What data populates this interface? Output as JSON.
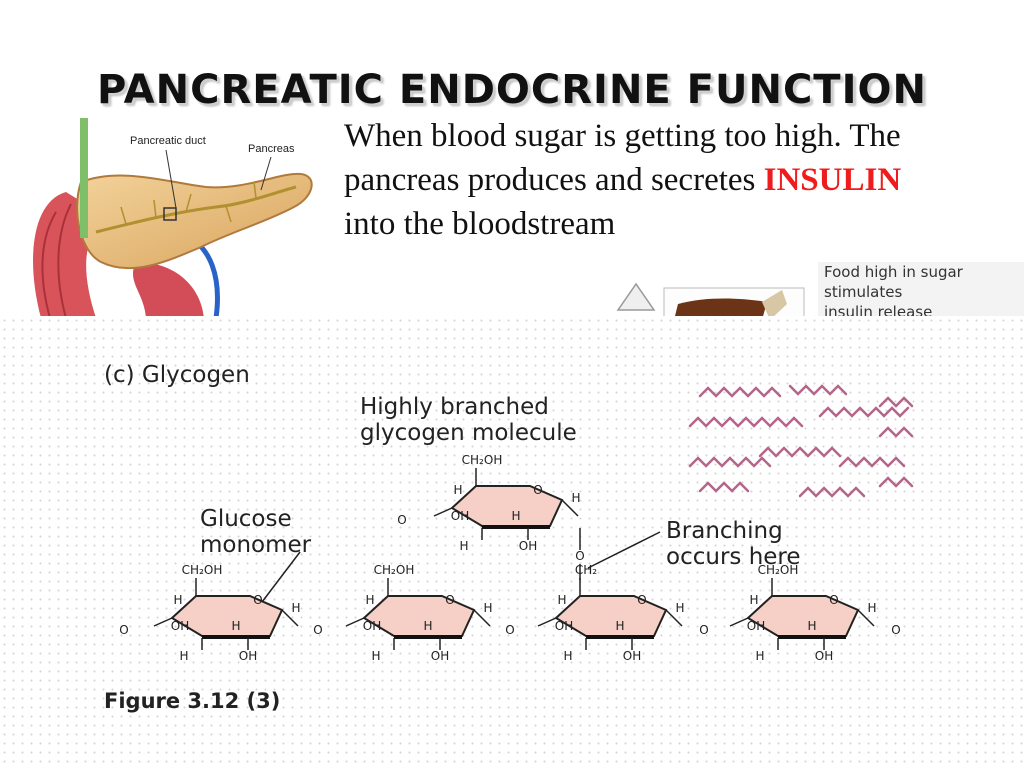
{
  "slide": {
    "title": "PANCREATIC ENDOCRINE FUNCTION",
    "text_before": "When blood sugar is getting too high. The pancreas produces and secretes ",
    "keyword": "INSULIN",
    "text_after": " into the bloodstream",
    "keyword_color": "#ee1c1c"
  },
  "pancreas_figure": {
    "labels": {
      "duct": "Pancreatic duct",
      "pancreas": "Pancreas"
    }
  },
  "insulin_figure": {
    "caption_lines": [
      "Food high in sugar",
      "stimulates",
      "insulin release"
    ]
  },
  "glycogen_figure": {
    "panel_label": "(c)  Glycogen",
    "molecule_label_1": "Highly branched",
    "molecule_label_2": "glycogen molecule",
    "glucose_label_1": "Glucose",
    "glucose_label_2": "monomer",
    "branch_label_1": "Branching",
    "branch_label_2": "occurs here",
    "caption": "Figure 3.12 (3)",
    "chem": {
      "ch2oh": "CH₂OH",
      "ch2": "CH₂",
      "h": "H",
      "oh": "OH",
      "o": "O"
    },
    "ring_fill": "#f6cfc6"
  }
}
